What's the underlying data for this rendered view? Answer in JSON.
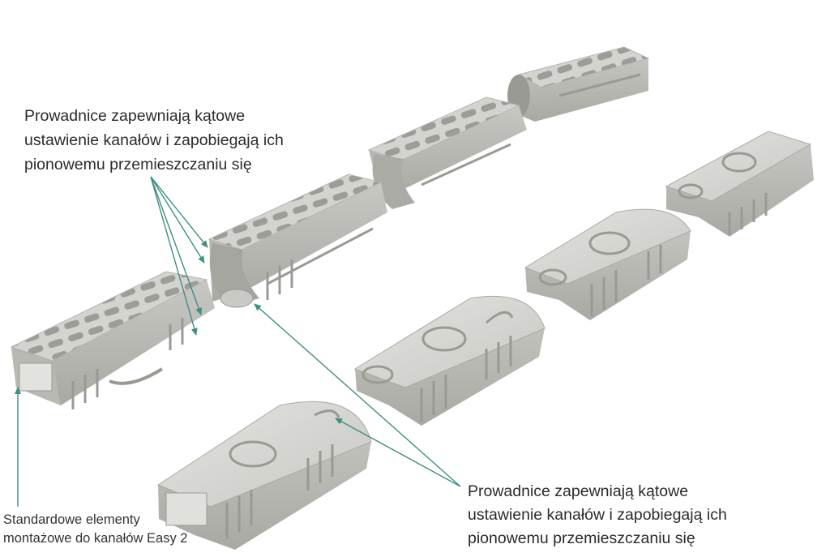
{
  "captions": {
    "guides_top": {
      "line1": "Prowadnice zapewniają kątowe",
      "line2": "ustawienie kanałów i zapobiegają ich",
      "line3": "pionowemu przemieszczaniu się"
    },
    "guides_bottom": {
      "line1": "Prowadnice zapewniają kątowe",
      "line2": "ustawienie kanałów i zapobiegają ich",
      "line3": "pionowemu przemieszczaniu się"
    },
    "standard_elements": {
      "line1": "Standardowe elementy",
      "line2": "montażowe do kanałów Easy 2"
    }
  },
  "colors": {
    "arrow": "#3f8f82",
    "text": "#2b2b2b",
    "part_light": "#d8d8d5",
    "part_mid": "#bdbdb9",
    "part_dark": "#8f8f8b",
    "background": "#ffffff"
  }
}
